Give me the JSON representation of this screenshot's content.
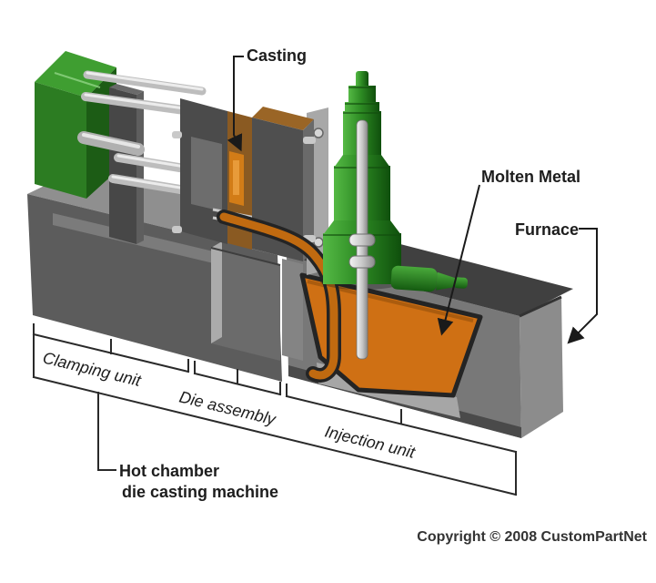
{
  "diagram": {
    "title_context": "Hot chamber die casting machine diagram",
    "callouts": {
      "casting": "Casting",
      "molten_metal": "Molten Metal",
      "furnace": "Furnace"
    },
    "brackets": {
      "clamping_unit": "Clamping unit",
      "die_assembly": "Die assembly",
      "injection_unit": "Injection unit"
    },
    "machine_label": {
      "line1": "Hot chamber",
      "line2": "die casting machine"
    },
    "footer": {
      "copyright": "Copyright © 2008 CustomPartNet"
    },
    "colors": {
      "machine_green": "#2c7c22",
      "injection_green": "#2e8c24",
      "molten_orange": "#cf7014",
      "gooseneck_orange": "#c06a10",
      "die_bronze": "#9a6526",
      "steel_dark": "#4b4b4b",
      "steel_mid": "#777777",
      "steel_light": "#a8a8a8",
      "annotation": "#1d1d1d"
    }
  }
}
